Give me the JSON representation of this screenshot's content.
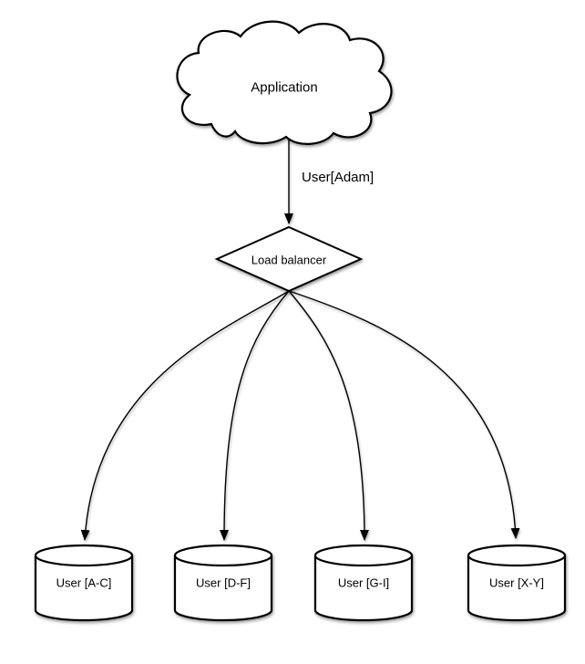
{
  "diagram": {
    "cloud": {
      "label": "Application"
    },
    "edge": {
      "label": "User[Adam]"
    },
    "balancer": {
      "label": "Load balancer"
    },
    "shards": [
      {
        "label": "User [A-C]"
      },
      {
        "label": "User [D-F]"
      },
      {
        "label": "User [G-I]"
      },
      {
        "label": "User [X-Y]"
      }
    ],
    "colors": {
      "stroke": "#000000",
      "shape_fill": "#ffffff",
      "background": "#ffffff",
      "text": "#000000"
    }
  }
}
